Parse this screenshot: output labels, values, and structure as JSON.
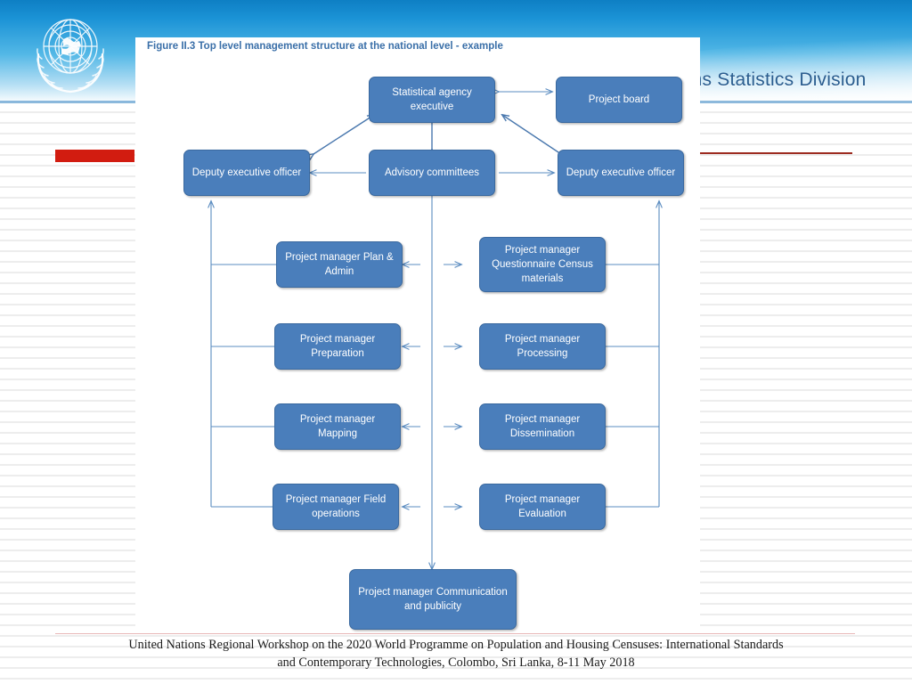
{
  "header": {
    "logo_alt": "United Nations emblem",
    "org_title": "ations Statistics Division"
  },
  "figure": {
    "caption": "Figure II.3 Top level management structure at the national level - example"
  },
  "colors": {
    "node_fill": "#4a7ebb",
    "node_border": "#3a699f",
    "connector": "#5b8cc0",
    "caption": "#3a6fa8",
    "accent_red": "#d21c10",
    "header_blue": "#1b93d6"
  },
  "diagram": {
    "type": "org-chart",
    "nodes": [
      {
        "id": "statistical-agency-executive",
        "label": "Statistical agency executive",
        "lines": [
          "Statistical agency",
          "executive"
        ]
      },
      {
        "id": "project-board",
        "label": "Project board",
        "lines": [
          "Project board"
        ]
      },
      {
        "id": "deputy-executive-officer-left",
        "label": "Deputy executive officer",
        "lines": [
          "Deputy executive",
          "officer"
        ]
      },
      {
        "id": "advisory-committees",
        "label": "Advisory committees",
        "lines": [
          "Advisory",
          "committees"
        ]
      },
      {
        "id": "deputy-executive-officer-right",
        "label": "Deputy executive officer",
        "lines": [
          "Deputy executive",
          "officer"
        ]
      },
      {
        "id": "pm-plan-admin",
        "label": "Project manager Plan & Admin",
        "lines": [
          "Project manager",
          "Plan & Admin"
        ]
      },
      {
        "id": "pm-questionnaire",
        "label": "Project manager Questionnaire Census materials",
        "lines": [
          "Project manager",
          "Questionnaire",
          "Census materials"
        ]
      },
      {
        "id": "pm-preparation",
        "label": "Project manager Preparation",
        "lines": [
          "Project manager",
          "Preparation"
        ]
      },
      {
        "id": "pm-processing",
        "label": "Project manager Processing",
        "lines": [
          "Project manager",
          "Processing"
        ]
      },
      {
        "id": "pm-mapping",
        "label": "Project manager Mapping",
        "lines": [
          "Project manager",
          "Mapping"
        ]
      },
      {
        "id": "pm-dissemination",
        "label": "Project manager Dissemination",
        "lines": [
          "Project manager",
          "Dissemination"
        ]
      },
      {
        "id": "pm-field-operations",
        "label": "Project manager Field operations",
        "lines": [
          "Project manager",
          "Field operations"
        ]
      },
      {
        "id": "pm-evaluation",
        "label": "Project manager Evaluation",
        "lines": [
          "Project manager",
          "Evaluation"
        ]
      },
      {
        "id": "pm-communication",
        "label": "Project manager Communication and publicity",
        "lines": [
          "Project manager",
          "Communication and",
          "publicity"
        ]
      }
    ],
    "edges": [
      {
        "from": "statistical-agency-executive",
        "to": "project-board",
        "style": "double-arrow"
      },
      {
        "from": "deputy-executive-officer-left",
        "to": "statistical-agency-executive",
        "style": "double-arrow"
      },
      {
        "from": "deputy-executive-officer-right",
        "to": "statistical-agency-executive",
        "style": "double-arrow"
      },
      {
        "from": "advisory-committees",
        "to": "statistical-agency-executive",
        "style": "double-arrow"
      },
      {
        "from": "advisory-committees",
        "to": "deputy-executive-officer-left",
        "style": "arrow"
      },
      {
        "from": "advisory-committees",
        "to": "deputy-executive-officer-right",
        "style": "arrow"
      },
      {
        "from": "left-rail",
        "to": "deputy-executive-officer-left",
        "style": "arrow"
      },
      {
        "from": "right-rail",
        "to": "deputy-executive-officer-right",
        "style": "arrow"
      },
      {
        "from": "advisory-committees",
        "to": "pm-communication",
        "style": "arrow"
      },
      {
        "from": "pm-questionnaire",
        "to": "pm-plan-admin",
        "style": "double-arrow"
      },
      {
        "from": "pm-processing",
        "to": "pm-preparation",
        "style": "double-arrow"
      },
      {
        "from": "pm-dissemination",
        "to": "pm-mapping",
        "style": "double-arrow"
      },
      {
        "from": "pm-evaluation",
        "to": "pm-field-operations",
        "style": "double-arrow"
      }
    ]
  },
  "footer": {
    "line1": "United Nations Regional Workshop on the 2020 World Programme on Population and Housing Censuses: International Standards",
    "line2": "and Contemporary Technologies, Colombo, Sri Lanka, 8-11 May 2018"
  }
}
